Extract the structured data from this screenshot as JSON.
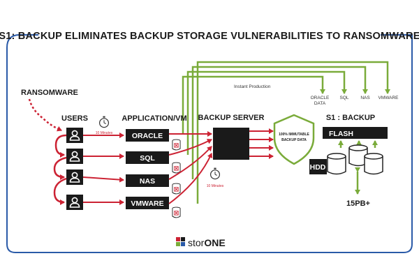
{
  "title": "S1: BACKUP ELIMINATES BACKUP STORAGE VULNERABILITIES TO RANSOMWARE",
  "ransomware_label": "RANSOMWARE",
  "users_label": "USERS",
  "users_timer_label": "10 Minutes",
  "app_header": "APPLICATION/VM",
  "apps": [
    "ORACLE",
    "SQL",
    "NAS",
    "VMWARE"
  ],
  "backup_server_label": "BACKUP SERVER",
  "backup_timer_label": "10 Minutes",
  "immutable_label": "100% IMMUTABLE BACKUP DATA",
  "s1_backup_label": "S1 : BACKUP",
  "flash_label": "FLASH",
  "hdd_label": "HDD",
  "capacity_label": "15PB+",
  "instant_production_label": "Instant Production",
  "outputs": [
    "ORACLE DATA",
    "SQL",
    "NAS",
    "VMWARE"
  ],
  "brand": {
    "prefix": "stor",
    "suffix": "ONE"
  },
  "colors": {
    "frame": "#2a5aa8",
    "green": "#7aab3a",
    "red": "#cc2233",
    "box": "#1a1a1a"
  },
  "icons": [
    "user-icon",
    "stopwatch-icon",
    "database-icon",
    "shield-icon",
    "storone-logo-icon"
  ]
}
